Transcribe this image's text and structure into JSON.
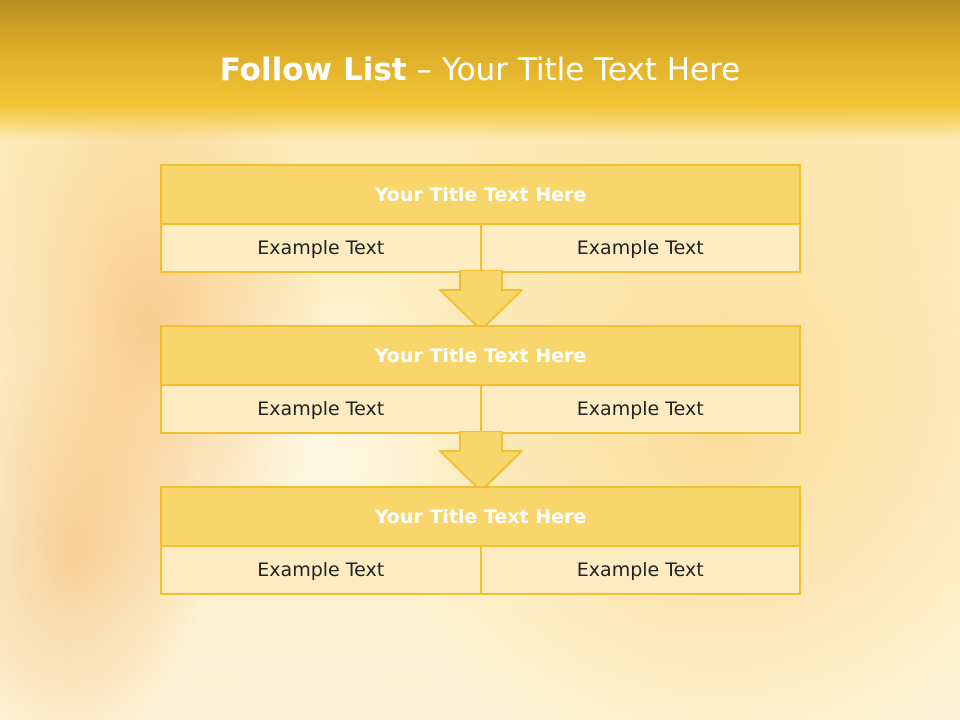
{
  "slide": {
    "title_strong": "Follow List",
    "title_rest": " – Your Title Text Here",
    "blocks": [
      {
        "title": "Your Title Text Here",
        "left": "Example Text",
        "right": "Example Text"
      },
      {
        "title": "Your Title Text Here",
        "left": "Example Text",
        "right": "Example Text"
      },
      {
        "title": "Your Title Text Here",
        "left": "Example Text",
        "right": "Example Text"
      }
    ]
  },
  "colors": {
    "header": "#f2c534",
    "block_title": "#f8d66c",
    "block_cell": "#fdecc2",
    "border": "#f0c030"
  }
}
